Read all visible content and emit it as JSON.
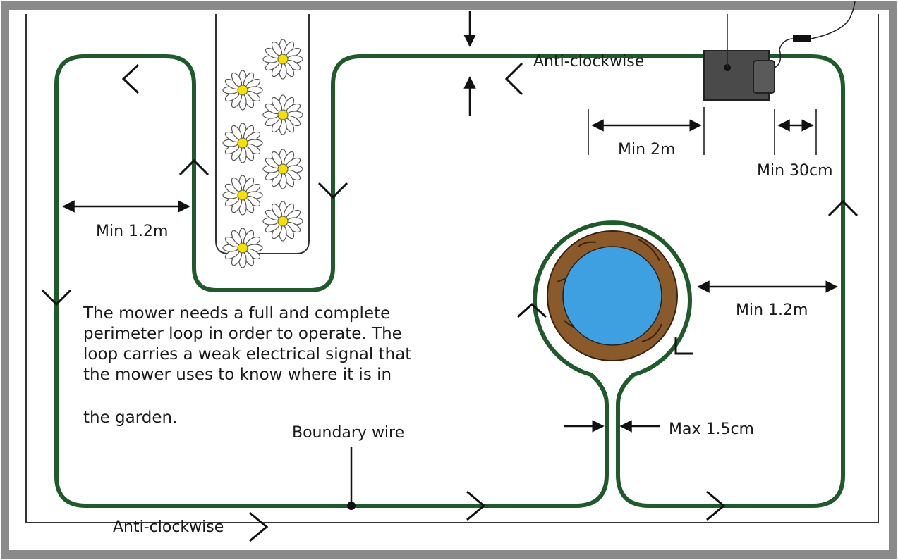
{
  "labels": {
    "anticlockwise_top": "Anti-clockwise",
    "anticlockwise_bottom": "Anti-clockwise",
    "min_2m": "Min 2m",
    "min_30cm": "Min 30cm",
    "min_1_2m_left": "Min 1.2m",
    "min_1_2m_right": "Min 1.2m",
    "max_1_5cm": "Max 1.5cm",
    "boundary_wire": "Boundary wire"
  },
  "description": {
    "line1": "The mower needs a full and complete",
    "line2": "perimeter loop in order to operate. The",
    "line3": "loop carries a weak electrical signal that",
    "line4": "the mower uses to know where it is in",
    "line5": "the garden."
  },
  "colors": {
    "wire": "#1f5a2a",
    "frame": "#8a8a8a",
    "pond_water": "#3ea0e0",
    "pond_rim": "#8b5a2b",
    "station": "#4a4a4a",
    "flower_center": "#f5e000"
  }
}
